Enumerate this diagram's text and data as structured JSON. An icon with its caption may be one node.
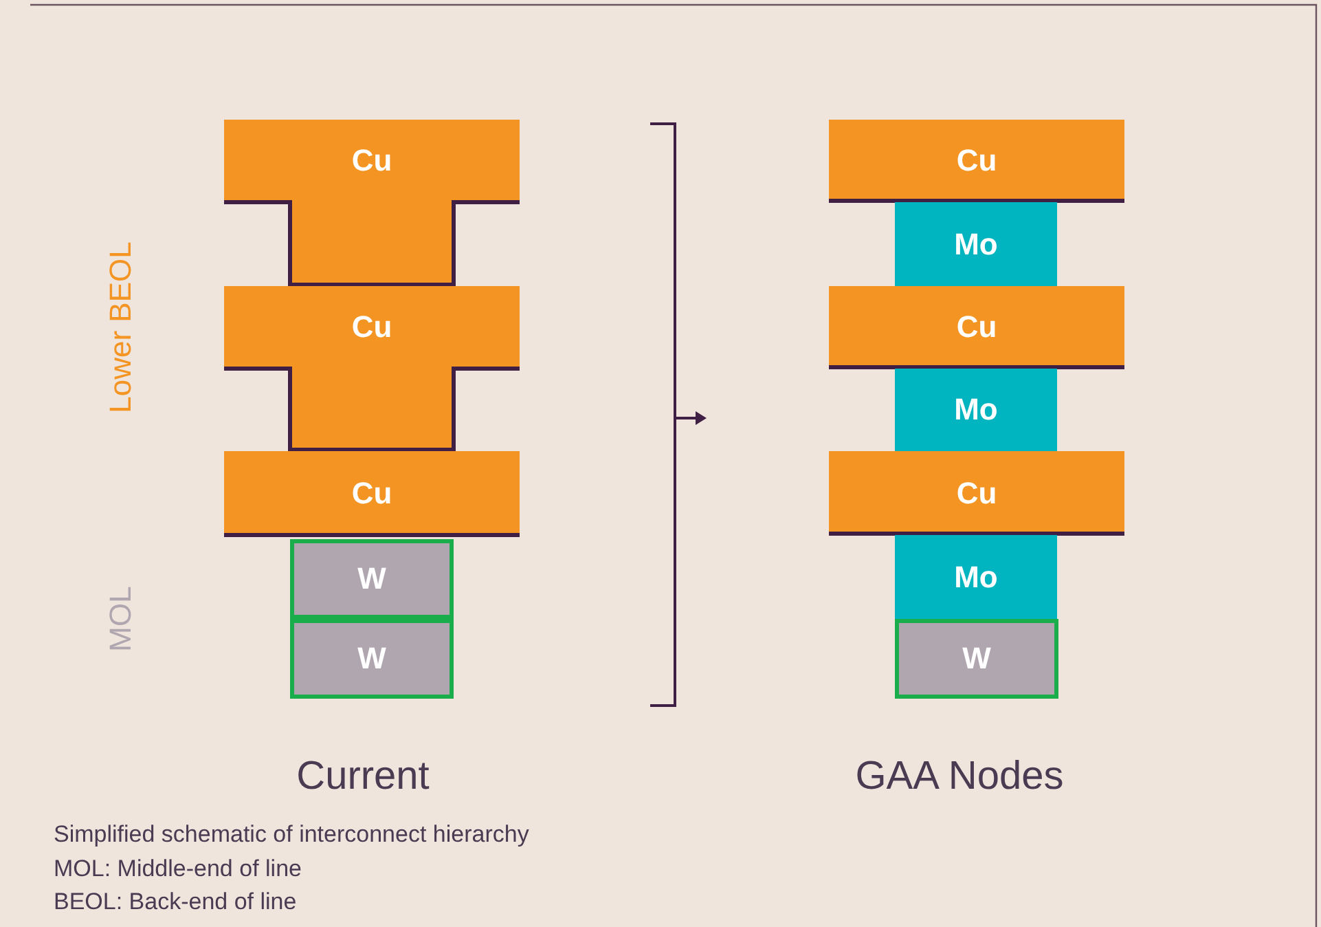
{
  "diagram": {
    "nodes": [
      {
        "text": [
          "Cu"
        ]
      },
      {
        "text": [
          "Cu"
        ]
      },
      {
        "text": [
          "Cu"
        ]
      },
      {
        "text": [
          "W"
        ]
      },
      {
        "text": [
          "W"
        ]
      },
      {
        "text": [
          "Cu"
        ]
      },
      {
        "text": [
          "Mo"
        ]
      },
      {
        "text": [
          "Cu"
        ]
      },
      {
        "text": [
          "Mo"
        ]
      },
      {
        "text": [
          "Cu"
        ]
      },
      {
        "text": [
          "Mo"
        ]
      },
      {
        "text": [
          "W"
        ]
      }
    ],
    "labels": [
      "Lower BEOL",
      "MOL",
      "Current",
      "GAA Nodes",
      "Simplified schematic of interconnect hierarchy",
      "MOL: Middle-end of line",
      "BEOL: Back-end of line"
    ]
  }
}
